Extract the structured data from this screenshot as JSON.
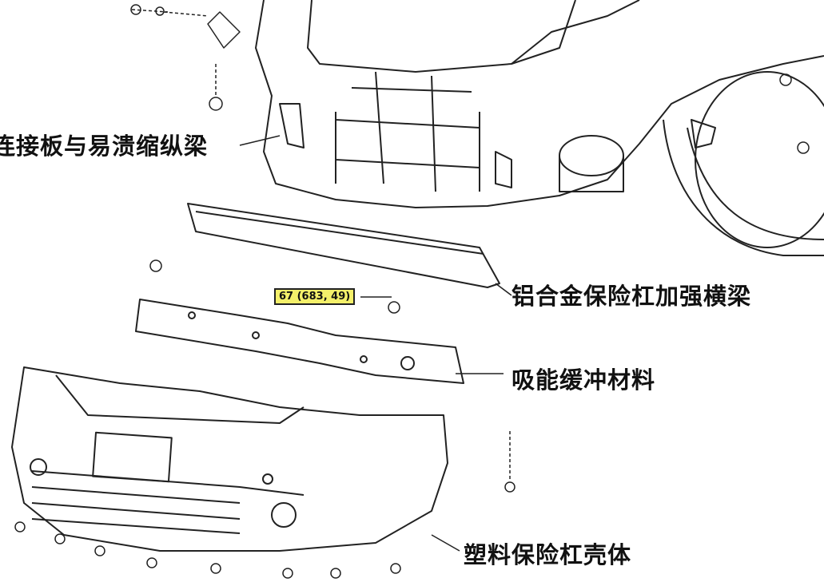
{
  "labels": {
    "connector_rail": "连接板与易溃缩纵梁",
    "reinforcement_beam": "铝合金保险杠加强横梁",
    "energy_absorber": "吸能缓冲材料",
    "bumper_cover": "塑料保险杠壳体"
  },
  "annotation_tag": "67 (683, 49)",
  "colors": {
    "line": "#222222",
    "tag": "#f4f06a"
  }
}
